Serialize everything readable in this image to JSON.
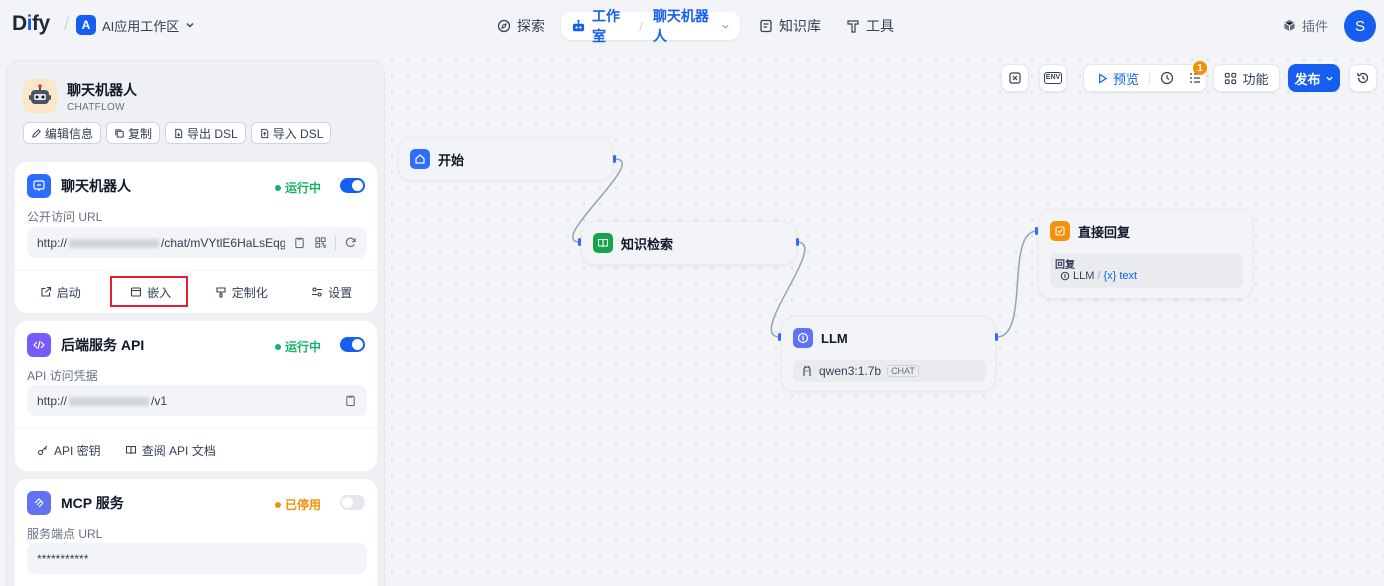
{
  "topbar": {
    "logo_main": "D",
    "logo_i": "i",
    "logo_rest": "fy",
    "workspace_initial": "A",
    "workspace_name": "AI应用工作区",
    "nav_explore": "探索",
    "nav_studio": "工作室",
    "nav_app": "聊天机器人",
    "nav_knowledge": "知识库",
    "nav_tools": "工具",
    "plugins": "插件",
    "avatar_initial": "S"
  },
  "sidebar": {
    "app_name": "聊天机器人",
    "app_type": "CHATFLOW",
    "actions": [
      "编辑信息",
      "复制",
      "导出 DSL",
      "导入 DSL"
    ],
    "webapp": {
      "title": "聊天机器人",
      "status": "运行中",
      "url_label": "公开访问 URL",
      "url_prefix": "http://",
      "url_suffix": "/chat/mVYtlE6HaLsEqg...",
      "actions": [
        "启动",
        "嵌入",
        "定制化",
        "设置"
      ]
    },
    "api": {
      "title": "后端服务 API",
      "status": "运行中",
      "cred_label": "API 访问凭据",
      "url_prefix": "http://",
      "url_suffix": "/v1",
      "actions": [
        "API 密钥",
        "查阅 API 文档"
      ]
    },
    "mcp": {
      "title": "MCP 服务",
      "status": "已停用",
      "endpoint_label": "服务端点 URL",
      "endpoint_value": "***********"
    }
  },
  "toolbar": {
    "preview": "预览",
    "checklist_badge": "1",
    "features": "功能",
    "publish": "发布",
    "env": "ENV"
  },
  "nodes": {
    "start": "开始",
    "knowledge": "知识检索",
    "llm": "LLM",
    "llm_model": "qwen3:1.7b",
    "llm_mode": "CHAT",
    "answer": "直接回复",
    "answer_label": "回复",
    "answer_var_node": "LLM",
    "answer_var_prefix": "{x}",
    "answer_var_name": "text"
  },
  "colors": {
    "primary": "#155eef",
    "running": "#17b26a",
    "stopped": "#f79009",
    "highlight": "#e5202e"
  }
}
